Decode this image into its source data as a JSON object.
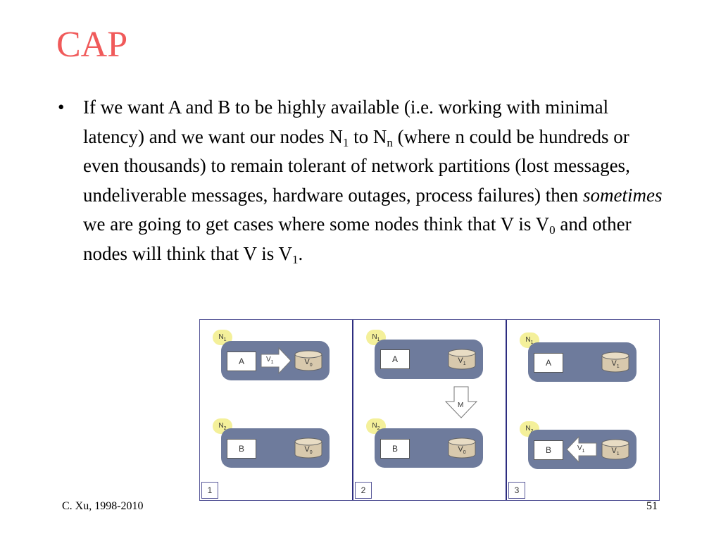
{
  "slide": {
    "title": "CAP",
    "title_color": "#f05a5a",
    "bullet": {
      "marker": "•",
      "t1": "If we want A and B to be highly available (i.e. working with minimal latency) and we want our nodes N",
      "t1_sub": "1",
      "t2": " to N",
      "t2_sub": "n",
      "t3": " (where n could be hundreds or even thousands) to remain tolerant of network partitions (lost messages, undeliverable messages, hardware outages, process failures) then ",
      "t4_italic": "sometimes",
      "t5": " we are going to get cases where some nodes think that V is V",
      "t5_sub": "0",
      "t6": " and other nodes will think that V is V",
      "t6_sub": "1",
      "t7": "."
    }
  },
  "figure": {
    "node_color": "#6e7b9c",
    "tag_color": "#f4f09a",
    "border_color": "#2d2d80",
    "panels": [
      {
        "number": "1",
        "n1_tag": "N",
        "n1_tag_sub": "1",
        "n1_proc": "A",
        "n1_db": "V",
        "n1_db_sub": "0",
        "n1_arrow": "V",
        "n1_arrow_sub": "1",
        "n2_tag": "N",
        "n2_tag_sub": "2",
        "n2_proc": "B",
        "n2_db": "V",
        "n2_db_sub": "0"
      },
      {
        "number": "2",
        "n1_tag": "N",
        "n1_tag_sub": "1",
        "n1_proc": "A",
        "n1_db": "V",
        "n1_db_sub": "1",
        "msg": "M",
        "n2_tag": "N",
        "n2_tag_sub": "2",
        "n2_proc": "B",
        "n2_db": "V",
        "n2_db_sub": "0"
      },
      {
        "number": "3",
        "n1_tag": "N",
        "n1_tag_sub": "1",
        "n1_proc": "A",
        "n1_db": "V",
        "n1_db_sub": "1",
        "n2_tag": "N",
        "n2_tag_sub": "2",
        "n2_proc": "B",
        "n2_db": "V",
        "n2_db_sub": "1",
        "n2_arrow": "V",
        "n2_arrow_sub": "1"
      }
    ]
  },
  "footer": {
    "left": "C. Xu, 1998-2010",
    "right": "51"
  }
}
